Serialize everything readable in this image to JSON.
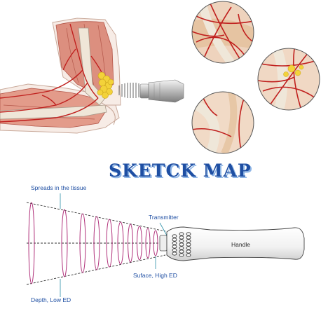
{
  "title": {
    "text": "SKETCK MAP",
    "color_main": "#1f4fa3",
    "color_shadow": "#8fb6e6"
  },
  "labels": {
    "spreads": "Spreads in the tissue",
    "transmitter": "Transmitter",
    "handle": "Handle",
    "surface": "Suface, High ED",
    "depth": "Depth, Low ED"
  },
  "colors": {
    "label_text": "#1f4fa3",
    "wave": "#b0307a",
    "leader": "#2b8fa8",
    "artery": "#c0201e",
    "muscle": "#d98a7c",
    "bone": "#ece4d8",
    "fat": "#f3d23a"
  },
  "icons": {
    "arm": "elbow-anatomy-illustration",
    "probe": "shockwave-probe-icon",
    "circles": [
      "tendon-vessels-closeup-1",
      "tendon-vessels-closeup-2",
      "tendon-vessels-closeup-3"
    ]
  }
}
